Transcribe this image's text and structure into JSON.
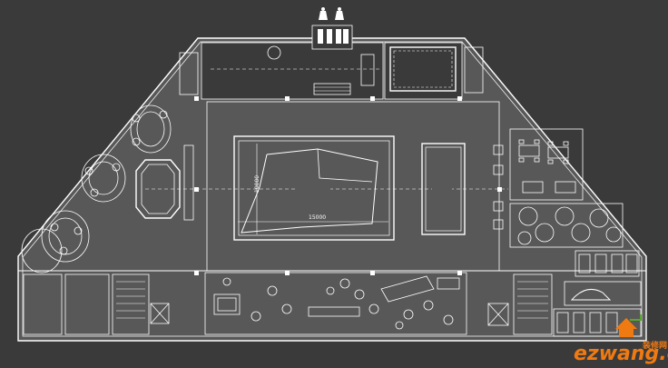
{
  "colors": {
    "background": "#3a3a3a",
    "interior": "#585858",
    "lines": "#ffffff",
    "watermark_orange": "#f07a12",
    "watermark_green": "#56a82a"
  },
  "labels": {
    "dim_width": "15000",
    "dim_height": "10000",
    "watermark_main": "ezwang.cn",
    "watermark_cn": "装修网"
  },
  "icons": [
    "dancer-figure-icon",
    "car-icon",
    "logo-house-icon"
  ]
}
